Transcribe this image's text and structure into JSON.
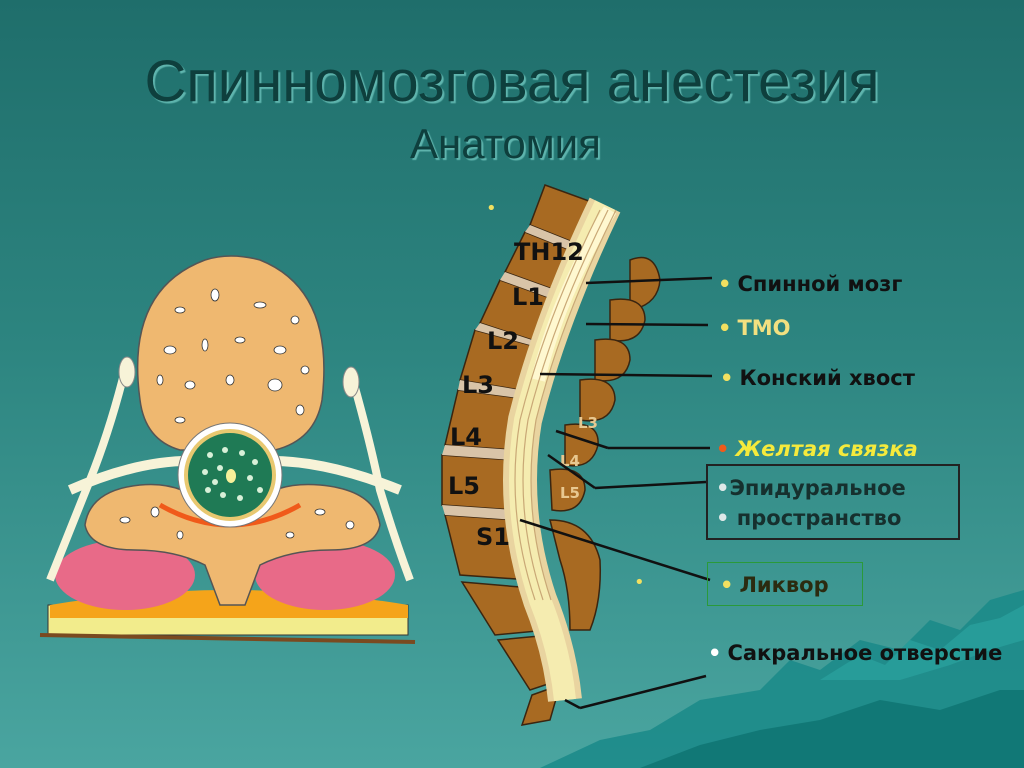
{
  "title": "Спинномозговая анестезия",
  "subtitle": "Анатомия",
  "vertebrae": [
    "TH12",
    "L1",
    "L2",
    "L3",
    "L4",
    "L5",
    "S1"
  ],
  "inner_labels": [
    "L3",
    "L4",
    "L5"
  ],
  "legend": {
    "spinal_cord": "Спинной мозг",
    "dura": "ТМО",
    "cauda": "Конский хвост",
    "yellow_ligament": "Желтая связка",
    "epidural_1": "Эпидуральное",
    "epidural_2": "пространство",
    "csf": "Ликвор",
    "sacral": "Сакральное отверстие"
  },
  "bullet": "•",
  "colors": {
    "background": "#2d8580",
    "bone": "#b8843a",
    "vertebra_body": "#efb870",
    "cord_center": "#1f7a55",
    "muscle": "#e86a88",
    "yellow_ligament": "#f5ea3c"
  }
}
